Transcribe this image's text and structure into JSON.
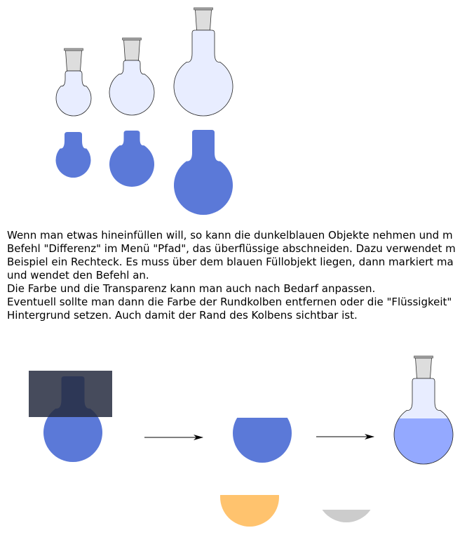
{
  "paragraph": [
    "Wenn man etwas hineinfüllen will, so kann die dunkelblauen Objekte nehmen und m",
    "Befehl \"Differenz\" im Menü \"Pfad\", das überflüssige abschneiden. Dazu verwendet m",
    "Beispiel ein Rechteck. Es muss über dem blauen Füllobjekt liegen, dann markiert ma",
    "und wendet den Befehl an.",
    "Die Farbe und die Transparenz kann man auch nach Bedarf anpassen.",
    "Eventuell sollte man dann die Farbe der Rundkolben entfernen oder die \"Flüssigkeit\"",
    "Hintergrund setzen. Auch damit der Rand des Kolbens sichtbar ist."
  ],
  "colors": {
    "flask_glass": "#e8edff",
    "flask_outline": "#222222",
    "joint": "#dddddd",
    "fill_blue": "#5b79d8",
    "mask_rect": "#262b40",
    "liquid": "#94a9ff",
    "orange": "#ffc36e",
    "gray": "#cccccc"
  }
}
